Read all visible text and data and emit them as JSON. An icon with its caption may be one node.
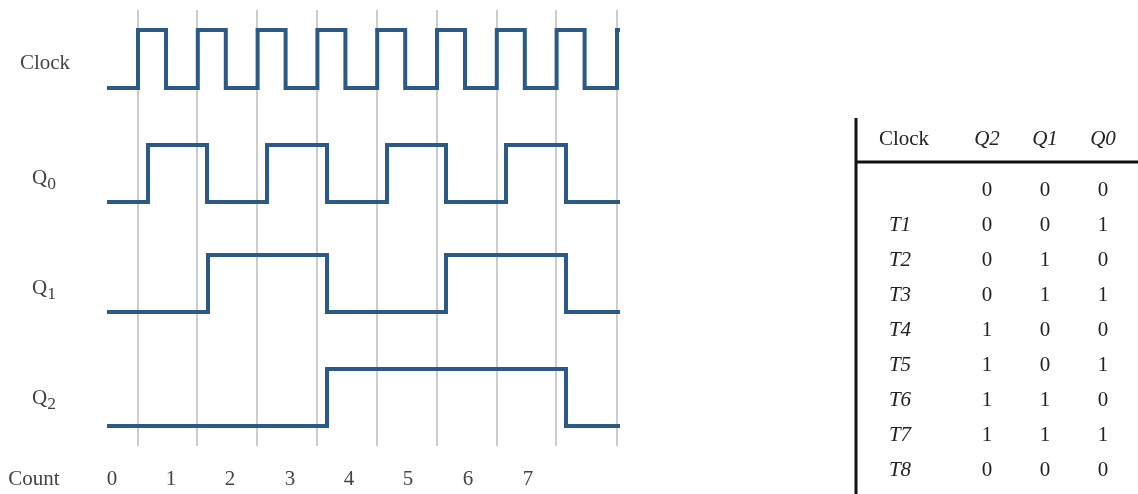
{
  "diagram": {
    "labels": [
      "Clock",
      "Q$_{0}$",
      "Q$_{1}$",
      "Q$_{2}$",
      "Count",
      "0",
      "1",
      "2",
      "3",
      "4",
      "5",
      "6",
      "7",
      "Clock",
      "Q2",
      "Q1",
      "Q0",
      "0",
      "0",
      "0",
      "T1",
      "0",
      "0",
      "1",
      "T2",
      "0",
      "1",
      "0",
      "T3",
      "0",
      "1",
      "1",
      "T4",
      "1",
      "0",
      "0",
      "T5",
      "1",
      "0",
      "1",
      "T6",
      "1",
      "1",
      "0",
      "T7",
      "1",
      "1",
      "1",
      "T8",
      "0",
      "0",
      "0"
    ]
  }
}
